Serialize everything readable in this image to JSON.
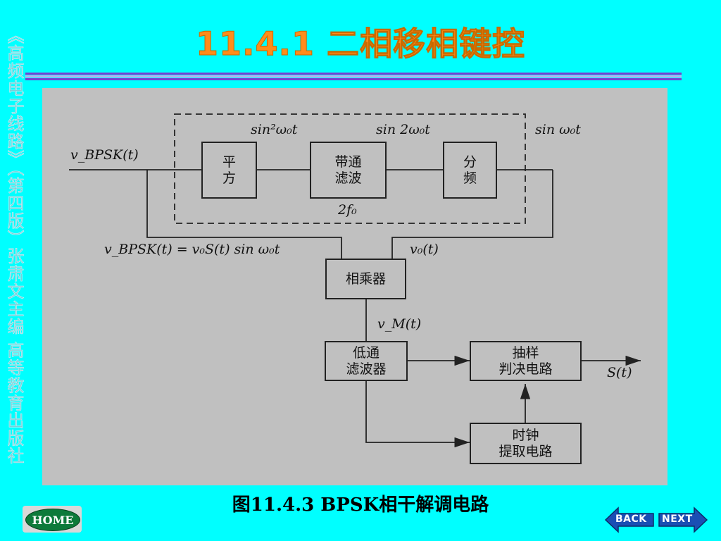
{
  "side_text": "《高频电子线路》（第四版）张肃文主编 高等教育出版社",
  "title": "11.4.1   二相移相键控",
  "caption": "图11.4.3   BPSK相干解调电路",
  "diagram": {
    "blocks": {
      "square": "平\n方",
      "bandpass": "带通\n滤波",
      "divider": "分\n频",
      "multiplier": "相乘器",
      "lowpass": "低通\n滤波器",
      "sampler": "抽样\n判决电路",
      "clock": "时钟\n提取电路"
    },
    "labels": {
      "input": "v_BPSK(t)",
      "sin2": "sin²ω₀t",
      "sin2w": "sin 2ω₀t",
      "sinw": "sin ω₀t",
      "f2": "2f₀",
      "eq_left": "v_BPSK(t) = v₀S(t) sin ω₀t",
      "v0": "v₀(t)",
      "vm": "v_M(t)",
      "st": "S(t)"
    }
  },
  "nav": {
    "home": "HOME",
    "back": "BACK",
    "next": "NEXT"
  }
}
